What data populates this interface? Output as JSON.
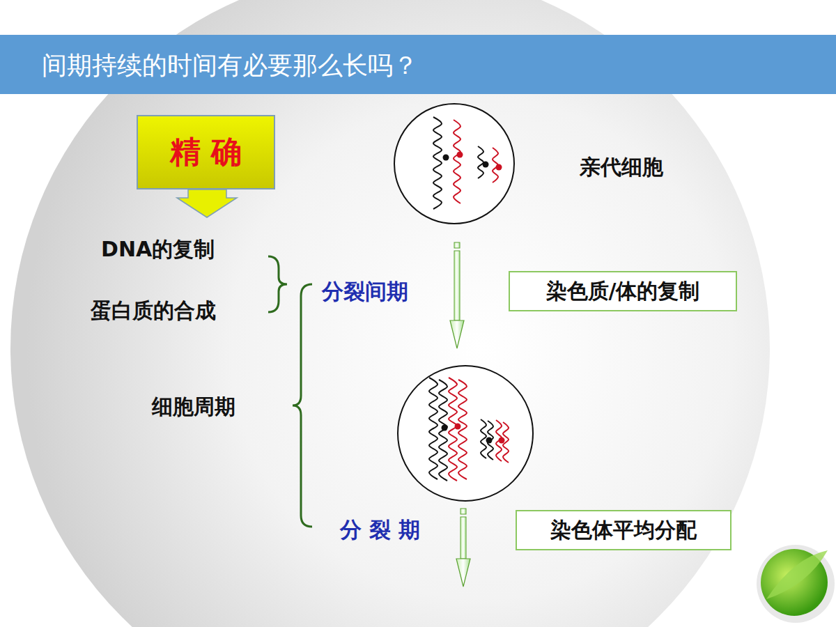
{
  "diagram": {
    "title": "间期持续的时间有必要那么长吗？",
    "nodes": [
      {
        "text": [
          "精 确"
        ]
      },
      {
        "text": [
          "染色质/体的复制"
        ]
      },
      {
        "text": [
          "染色体平均分配"
        ]
      }
    ],
    "labels": [
      "DNA的复制",
      "蛋白质的合成",
      "分裂间期",
      "细胞周期",
      "分 裂 期",
      "亲代细胞"
    ]
  }
}
